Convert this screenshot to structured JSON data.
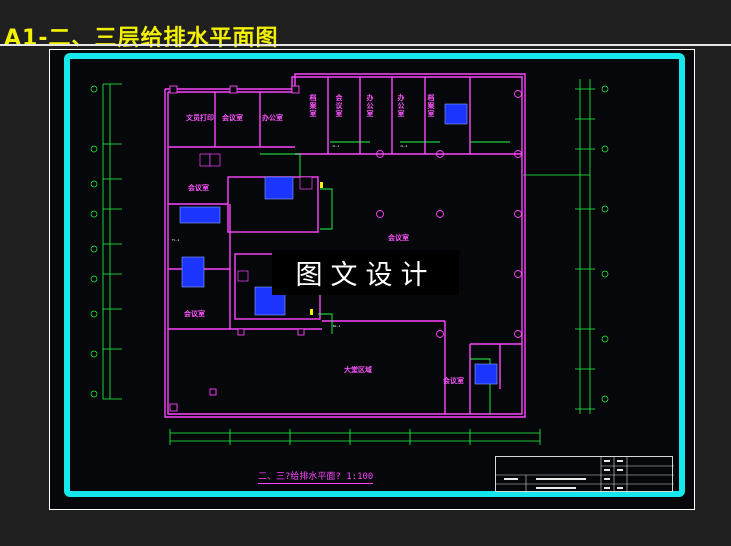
{
  "page": {
    "title": "A1-二、三层给排水平面图"
  },
  "drawing": {
    "watermark": "图文设计",
    "caption": "二、三?给排水平面?  1:100",
    "rooms": {
      "room_1": "文员打印",
      "room_2": "会议室",
      "room_3": "办公室",
      "room_4": "档案室",
      "room_5": "会议室",
      "room_6": "办公室",
      "room_7": "办公室",
      "room_8": "档案室",
      "room_9": "会议室",
      "room_10": "会议室",
      "room_11": "会议室",
      "room_12": "会议室",
      "hall": "大堂区域"
    }
  },
  "colors": {
    "title": "#f3f000",
    "frame": "#15e8ec",
    "walls": "#ff44ff",
    "pipes": "#22ff44",
    "fixtures": "#2244ff"
  }
}
